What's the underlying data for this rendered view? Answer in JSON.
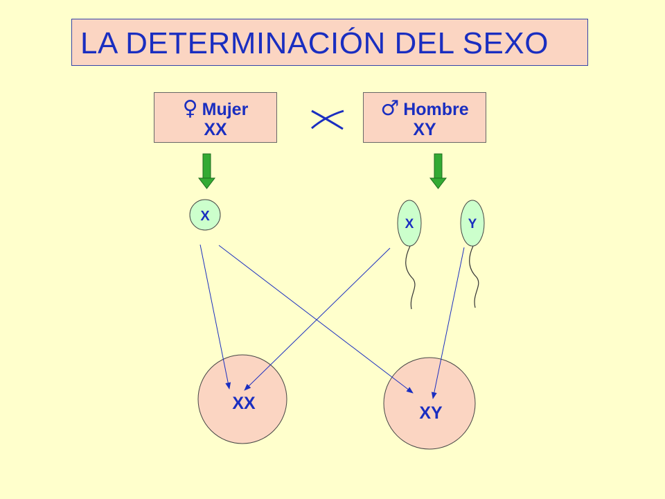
{
  "title": "LA DETERMINACIÓN DEL SEXO",
  "mother": {
    "symbol": "♀",
    "label": "Mujer",
    "genotype": "XX"
  },
  "father": {
    "symbol": "♂",
    "label": "Hombre",
    "genotype": "XY"
  },
  "gametes": {
    "egg": "X",
    "sperm_x": "X",
    "sperm_y": "Y"
  },
  "offspring": {
    "female": "XX",
    "male": "XY"
  },
  "colors": {
    "background": "#ffffcc",
    "box_fill": "#fbd5c2",
    "text": "#1a2ec0",
    "gamete_fill": "#ccffcc",
    "arrow_green": "#2e8b2e",
    "cross_lines": "#1a2ec0"
  }
}
